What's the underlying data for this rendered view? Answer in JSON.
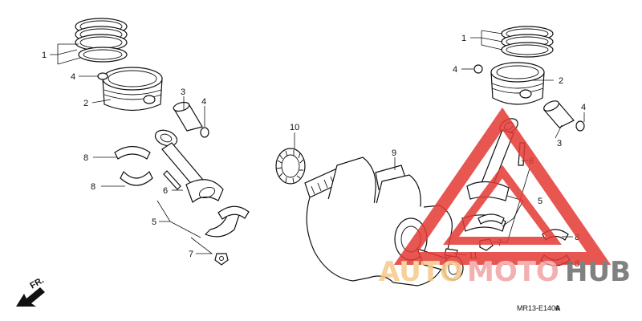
{
  "diagram": {
    "drawing_code": "MR13-E1400",
    "drawing_code_suffix": "A",
    "front_marker": "FR.",
    "callouts": {
      "c1a": "1",
      "c2a": "2",
      "c3a": "3",
      "c4a": "4",
      "c4b": "4",
      "c5a": "5",
      "c6a": "6",
      "c7a": "7",
      "c8a": "8",
      "c8b": "8",
      "c1b": "1",
      "c2b": "2",
      "c3b": "3",
      "c4c": "4",
      "c4d": "4",
      "c5b": "5",
      "c6b": "6",
      "c7b": "7",
      "c8c": "8",
      "c8d": "8",
      "c9": "9",
      "c10": "10",
      "c11": "11"
    }
  },
  "watermark": {
    "part1": "AUTO",
    "part2": "MOTO",
    "part3": "HUB",
    "triangle_color": "#e53935"
  }
}
